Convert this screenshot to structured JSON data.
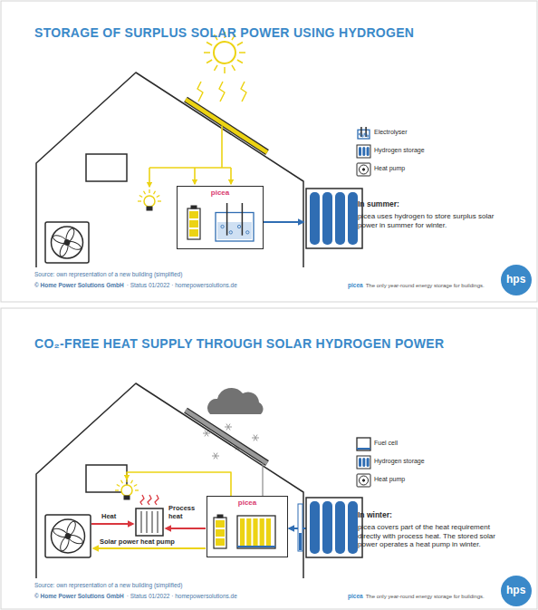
{
  "diagram": {
    "title": "STORAGE OF SURPLUS SOLAR POWER USING HYDROGEN",
    "nodes": [
      {
        "text": [
          "picea"
        ]
      },
      {
        "text": [
          "picea"
        ]
      }
    ],
    "labels": [
      "In summer:",
      "picea uses hydrogen to store surplus solar power in summer for winter.",
      "Source: own representation of a new building (simplified)",
      "© Home Power Solutions GmbH",
      "· Status 01/2022 · homepowersolutions.de",
      "picea",
      "The only year-round energy storage for buildings.",
      "hps",
      "CO₂-FREE HEAT SUPPLY THROUGH SOLAR HYDROGEN POWER",
      "Heat",
      "Process heat",
      "Solar power heat pump",
      "In winter:",
      "picea covers part of the heat requirement directly with process heat. The stored solar power operates a heat pump in winter.",
      "Source: own representation of a new building (simplified)",
      "© Home Power Solutions GmbH",
      "· Status 01/2022 · homepowersolutions.de",
      "picea",
      "The only year-round energy storage for buildings.",
      "hps"
    ],
    "legend": [
      {
        "text": "Electrolyser"
      },
      {
        "text": "Hydrogen storage"
      },
      {
        "text": "Heat pump"
      },
      {
        "text": "Fuel cell"
      },
      {
        "text": "Hydrogen storage"
      },
      {
        "text": "Heat pump"
      }
    ]
  }
}
